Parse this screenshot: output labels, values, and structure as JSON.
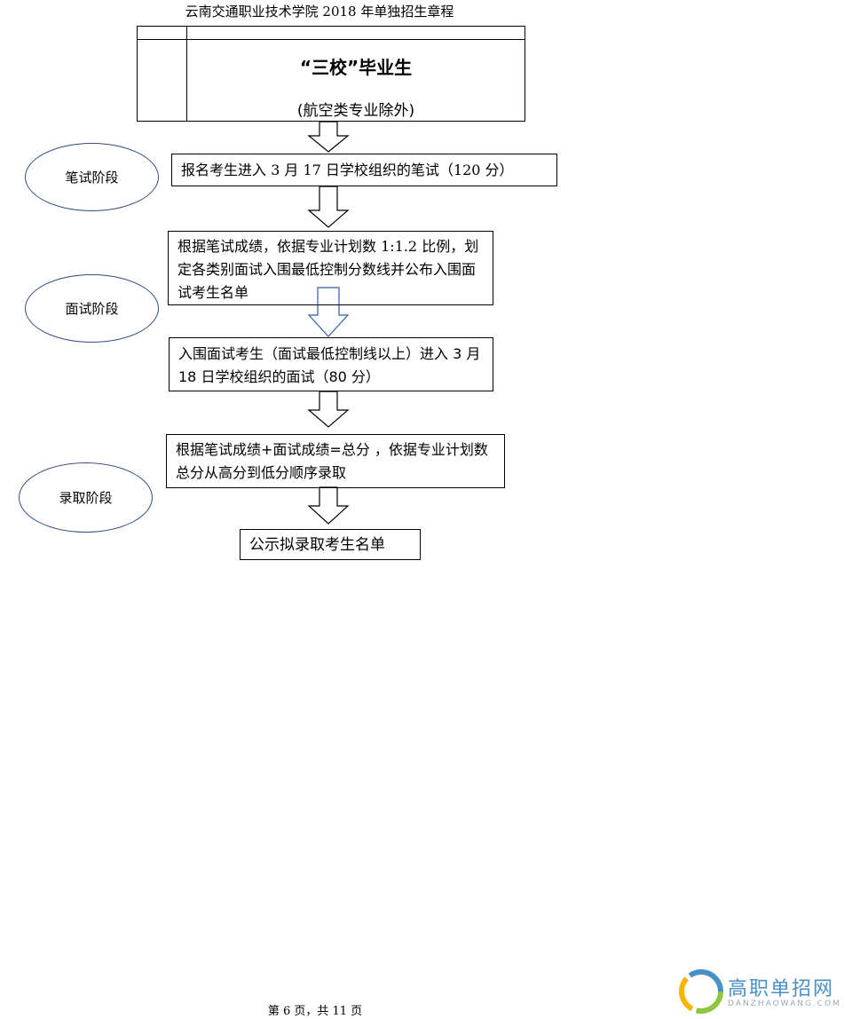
{
  "header": {
    "title": "云南交通职业技术学院 2018 年单独招生章程"
  },
  "top_table": {
    "title": "“三校”毕业生",
    "subtitle": "(航空类专业除外)"
  },
  "stages": {
    "written": "笔试阶段",
    "interview": "面试阶段",
    "admission": "录取阶段"
  },
  "steps": {
    "s1": "报名考生进入 3 月 17 日学校组织的笔试（120 分）",
    "s2": "根据笔试成绩，依据专业计划数 1:1.2 比例，划定各类别面试入围最低控制分数线并公布入围面试考生名单",
    "s3": "入围面试考生（面试最低控制线以上）进入 3 月 18 日学校组织的面试（80 分）",
    "s4": "根据笔试成绩+面试成绩=总分 ，依据专业计划数总分从高分到低分顺序录取",
    "s5": "公示拟录取考生名单"
  },
  "footer": {
    "page": "第 6 页，共 11 页"
  },
  "watermark": {
    "name": "高职单招网",
    "domain": "DANZHAOWANG.COM"
  },
  "colors": {
    "ellipse_border": "#2f4a84",
    "arrow_highlight": "#2f5fa8",
    "logo_text": "#4a90c8"
  }
}
